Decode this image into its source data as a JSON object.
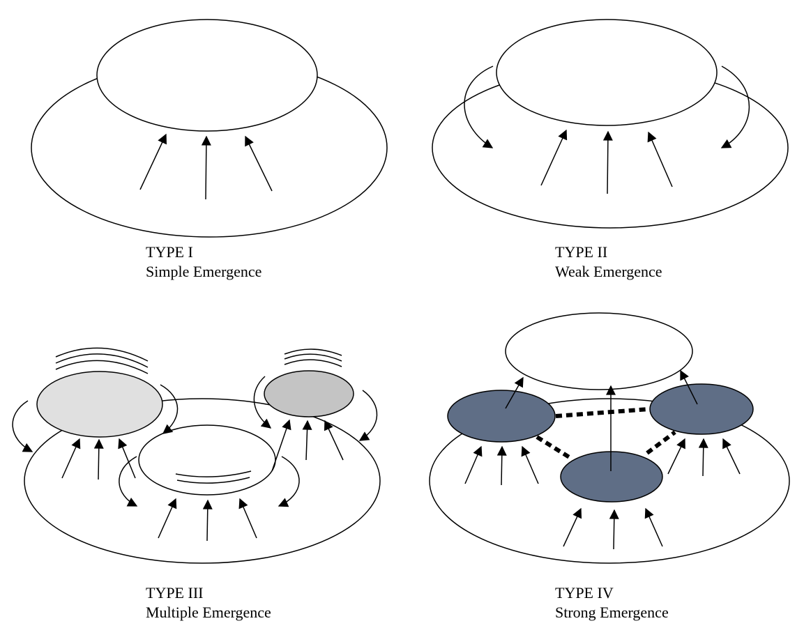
{
  "colors": {
    "stroke": "#000000",
    "background": "#ffffff",
    "light_gray_fill": "#e0e0e0",
    "mid_gray_fill": "#c4c4c4",
    "slate_fill": "#5f6e86"
  },
  "panels": [
    {
      "type_label": "TYPE I",
      "description": "Simple Emergence"
    },
    {
      "type_label": "TYPE II",
      "description": "Weak Emergence"
    },
    {
      "type_label": "TYPE III",
      "description": "Multiple Emergence"
    },
    {
      "type_label": "TYPE IV",
      "description": "Strong Emergence"
    }
  ]
}
